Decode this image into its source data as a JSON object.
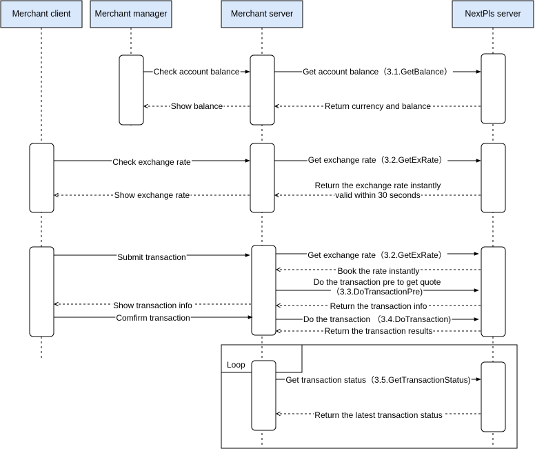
{
  "colors": {
    "actor_fill": "#dae8fc",
    "actor_stroke": "#000000",
    "line": "#000000",
    "background": "#ffffff"
  },
  "actors": [
    {
      "id": "merchant-client",
      "label": "Merchant client"
    },
    {
      "id": "merchant-manager",
      "label": "Merchant manager"
    },
    {
      "id": "merchant-server",
      "label": "Merchant server"
    },
    {
      "id": "nextpls-server",
      "label": "NextPls server"
    }
  ],
  "messages": [
    {
      "from": "merchant-manager",
      "to": "merchant-server",
      "type": "sync",
      "lines": [
        "Check account balance"
      ]
    },
    {
      "from": "merchant-server",
      "to": "nextpls-server",
      "type": "sync",
      "lines": [
        "Get account balance（3.1.GetBalance）"
      ]
    },
    {
      "from": "nextpls-server",
      "to": "merchant-server",
      "type": "return",
      "lines": [
        "Return currency and balance"
      ]
    },
    {
      "from": "merchant-server",
      "to": "merchant-manager",
      "type": "return",
      "lines": [
        "Show balance"
      ]
    },
    {
      "from": "merchant-client",
      "to": "merchant-server",
      "type": "sync",
      "lines": [
        "Check exchange rate"
      ]
    },
    {
      "from": "merchant-server",
      "to": "nextpls-server",
      "type": "sync",
      "lines": [
        "Get exchange rate（3.2.GetExRate）"
      ]
    },
    {
      "from": "nextpls-server",
      "to": "merchant-server",
      "type": "return",
      "lines": [
        "Return the exchange rate instantly",
        "valid within 30 seconds"
      ]
    },
    {
      "from": "merchant-server",
      "to": "merchant-client",
      "type": "return",
      "lines": [
        "Show exchange rate"
      ]
    },
    {
      "from": "merchant-client",
      "to": "merchant-server",
      "type": "sync",
      "lines": [
        "Submit transaction"
      ]
    },
    {
      "from": "merchant-server",
      "to": "nextpls-server",
      "type": "sync",
      "lines": [
        "Get exchange rate（3.2.GetExRate）"
      ]
    },
    {
      "from": "nextpls-server",
      "to": "merchant-server",
      "type": "return",
      "lines": [
        "Book the rate instantly"
      ]
    },
    {
      "from": "merchant-server",
      "to": "nextpls-server",
      "type": "sync",
      "lines": [
        "Do the transaction pre to get quote",
        "（3.3.DoTransactionPre)"
      ]
    },
    {
      "from": "merchant-server",
      "to": "merchant-client",
      "type": "return",
      "lines": [
        "Show transaction info"
      ]
    },
    {
      "from": "nextpls-server",
      "to": "merchant-server",
      "type": "return",
      "lines": [
        "Return the transaction info"
      ]
    },
    {
      "from": "merchant-client",
      "to": "merchant-server",
      "type": "sync",
      "lines": [
        "Comfirm transaction"
      ]
    },
    {
      "from": "merchant-server",
      "to": "nextpls-server",
      "type": "sync",
      "lines": [
        "Do the transaction （3.4.DoTransaction)"
      ]
    },
    {
      "from": "nextpls-server",
      "to": "merchant-server",
      "type": "return",
      "lines": [
        "Return the transaction results"
      ]
    },
    {
      "from": "merchant-server",
      "to": "nextpls-server",
      "type": "sync",
      "lines": [
        "Get transaction status（3.5.GetTransactionStatus)"
      ]
    },
    {
      "from": "nextpls-server",
      "to": "merchant-server",
      "type": "return",
      "lines": [
        "Return the latest transaction status"
      ]
    }
  ],
  "loop": {
    "label": "Loop"
  }
}
